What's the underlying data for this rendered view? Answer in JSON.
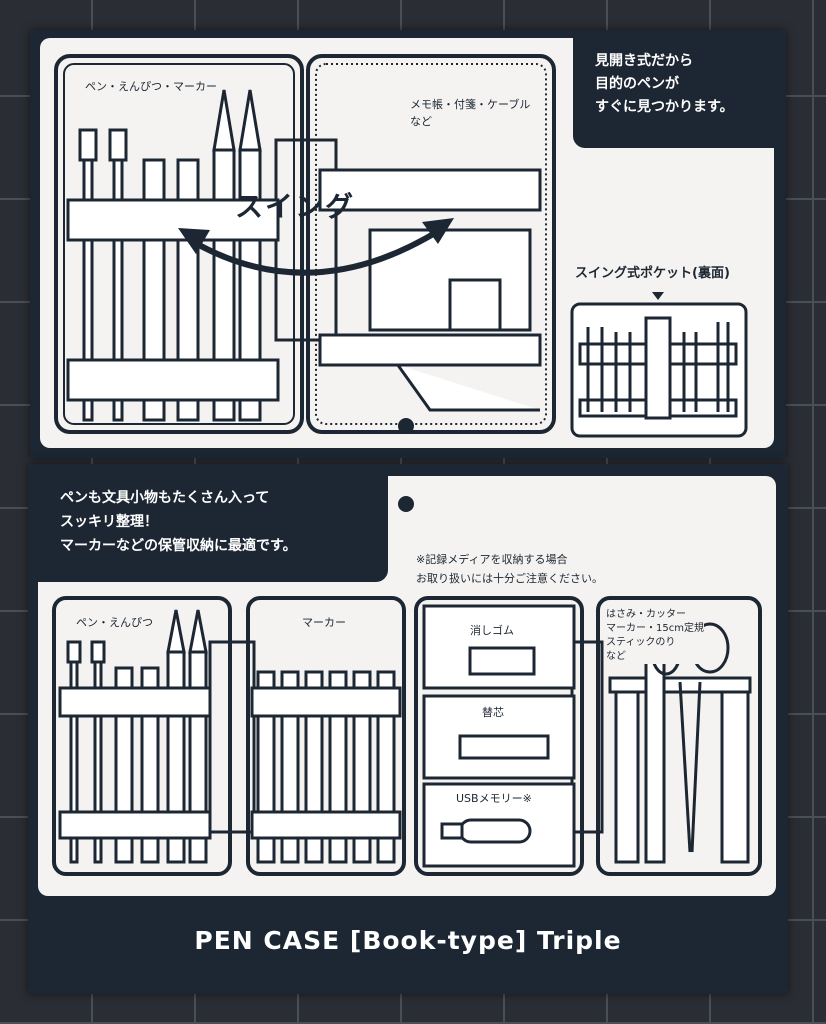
{
  "top_card": {
    "tagline": "見開き式だから\n目的のペンが\nすぐに見つかります。",
    "left_label": "ペン・えんぴつ・マーカー",
    "right_label": "メモ帳・付箋・ケーブル\nなど",
    "swing_label": "スイング",
    "pocket_label": "スイング式ポケット(裏面)"
  },
  "bottom_card": {
    "tagline": "ペンも文具小物もたくさん入って\nスッキリ整理！\nマーカーなどの保管収納に最適です。",
    "note": "※記録メディアを収納する場合\n お取り扱いには十分ご注意ください。",
    "sections": {
      "pens": "ペン・えんぴつ",
      "markers": "マーカー",
      "eraser": "消しゴム",
      "lead": "替芯",
      "usb": "USBメモリー※",
      "tools": "はさみ・カッター\nマーカー・15cm定規\nスティックのり\nなど"
    },
    "product_name": "PEN CASE [Book-type] Triple"
  },
  "colors": {
    "navy": "#1d2733",
    "paper": "#f4f3f1"
  }
}
